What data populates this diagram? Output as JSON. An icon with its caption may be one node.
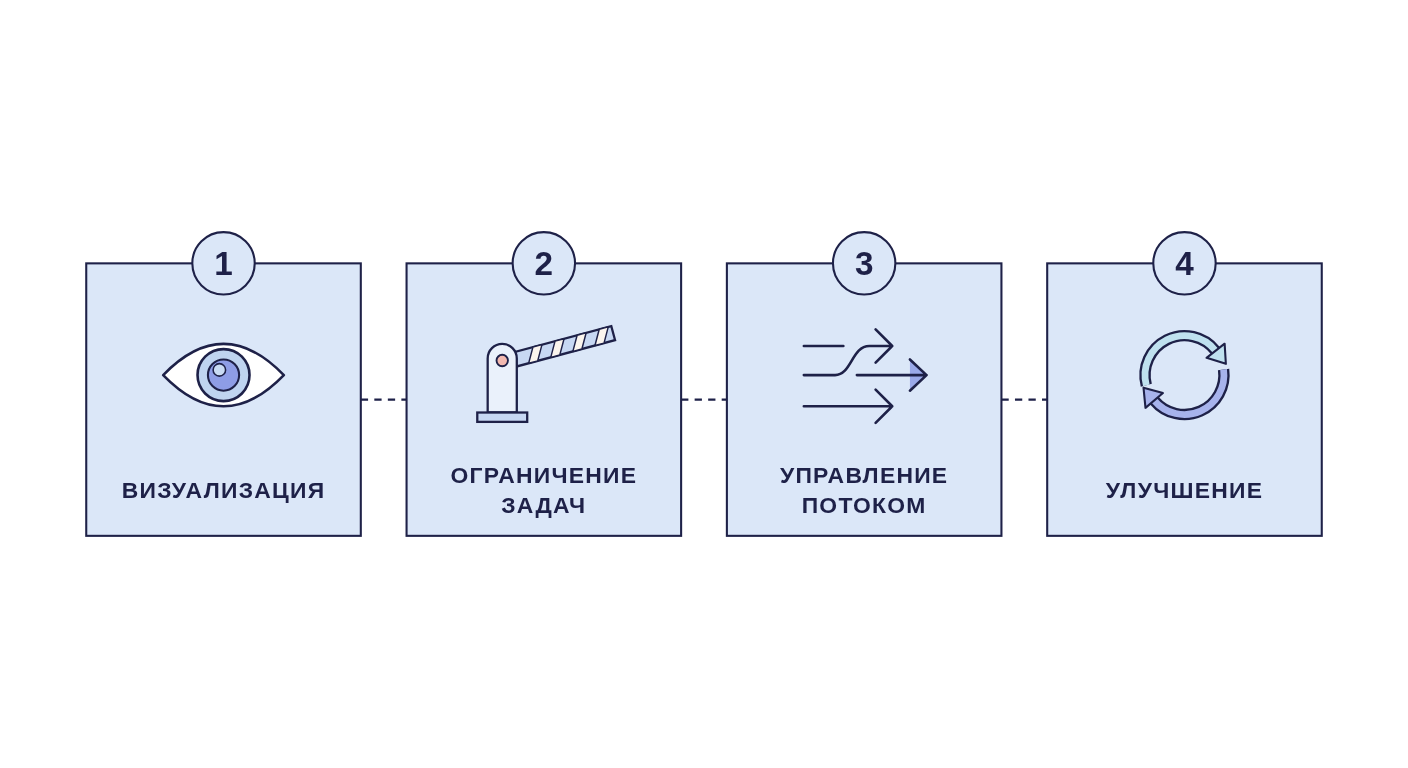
{
  "diagram": {
    "nodes": [
      {
        "text": [
          "1"
        ]
      },
      {
        "text": [
          "ВИЗУАЛИЗАЦИЯ"
        ]
      },
      {
        "text": [
          "2"
        ]
      },
      {
        "text": [
          "ОГРАНИЧЕНИЕ ЗАДАЧ"
        ]
      },
      {
        "text": [
          "3"
        ]
      },
      {
        "text": [
          "УПРАВЛЕНИЕ ПОТОКОМ"
        ]
      },
      {
        "text": [
          "4"
        ]
      },
      {
        "text": [
          "УЛУЧШЕНИЕ"
        ]
      }
    ],
    "edges": [
      {
        "from": 1,
        "to": 3,
        "arrow": "none",
        "style": "dashed"
      },
      {
        "from": 3,
        "to": 5,
        "arrow": "none",
        "style": "dashed"
      },
      {
        "from": 5,
        "to": 7,
        "arrow": "none",
        "style": "dashed"
      }
    ]
  }
}
